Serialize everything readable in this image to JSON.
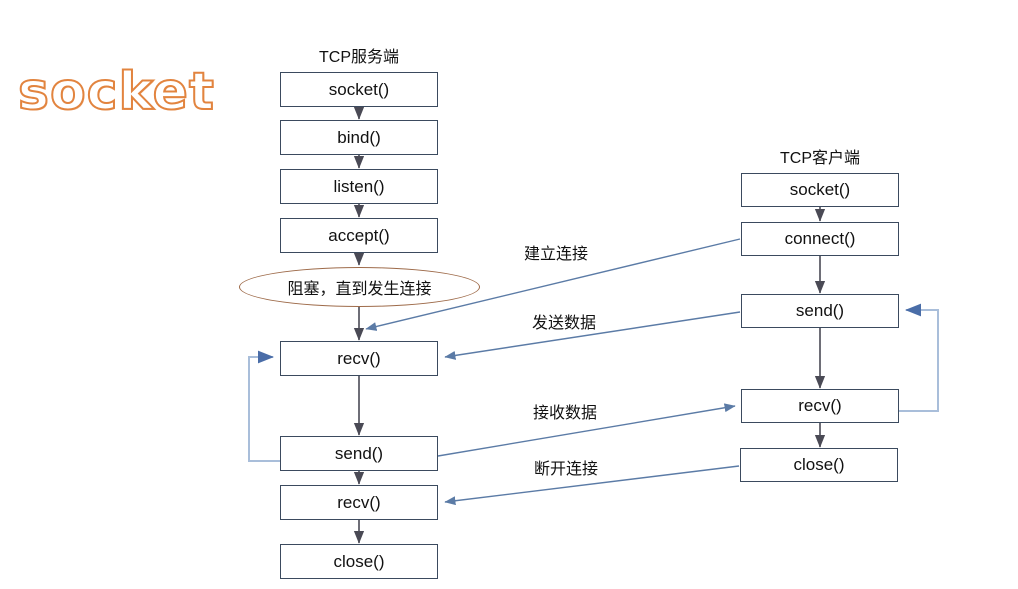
{
  "title": {
    "wordart": "socket"
  },
  "colors": {
    "box_border": "#3B4A5E",
    "ellipse_border": "#9E6B4A",
    "cross_arrow": "#5B7BA6",
    "loop_arrow": "#A9BEDA",
    "flow_arrow": "#4A4A55",
    "wordart_outline": "#E2843F",
    "background": "#FFFFFF"
  },
  "server": {
    "heading": "TCP服务端",
    "nodes": [
      {
        "id": "srv-socket",
        "label": "socket()"
      },
      {
        "id": "srv-bind",
        "label": "bind()"
      },
      {
        "id": "srv-listen",
        "label": "listen()"
      },
      {
        "id": "srv-accept",
        "label": "accept()"
      },
      {
        "id": "srv-recv1",
        "label": "recv()"
      },
      {
        "id": "srv-send",
        "label": "send()"
      },
      {
        "id": "srv-recv2",
        "label": "recv()"
      },
      {
        "id": "srv-close",
        "label": "close()"
      }
    ],
    "blocking_note": "阻塞，直到发生连接"
  },
  "client": {
    "heading": "TCP客户端",
    "nodes": [
      {
        "id": "cli-socket",
        "label": "socket()"
      },
      {
        "id": "cli-connect",
        "label": "connect()"
      },
      {
        "id": "cli-send",
        "label": "send()"
      },
      {
        "id": "cli-recv",
        "label": "recv()"
      },
      {
        "id": "cli-close",
        "label": "close()"
      }
    ]
  },
  "links": [
    {
      "id": "lbl-connect",
      "label": "建立连接",
      "from": "cli-connect",
      "to": "srv-accept-block"
    },
    {
      "id": "lbl-senddata",
      "label": "发送数据",
      "from": "cli-send",
      "to": "srv-recv1"
    },
    {
      "id": "lbl-recvdata",
      "label": "接收数据",
      "from": "srv-send",
      "to": "cli-recv"
    },
    {
      "id": "lbl-close",
      "label": "断开连接",
      "from": "cli-close",
      "to": "srv-recv2"
    }
  ],
  "loops": [
    {
      "id": "srv-loop",
      "from": "srv-send",
      "to": "srv-recv1"
    },
    {
      "id": "cli-loop",
      "from": "cli-recv",
      "to": "cli-send"
    }
  ]
}
